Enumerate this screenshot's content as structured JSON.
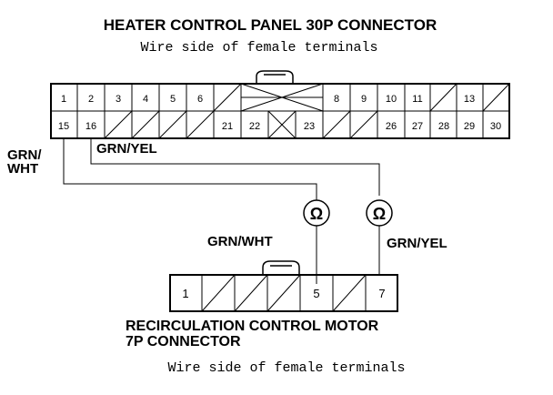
{
  "top_connector": {
    "title": "HEATER CONTROL PANEL 30P CONNECTOR",
    "subtitle": "Wire side of female terminals",
    "row1": [
      "1",
      "2",
      "3",
      "4",
      "5",
      "6",
      "",
      "",
      "",
      "8",
      "9",
      "10",
      "11",
      "",
      "13",
      ""
    ],
    "row2": [
      "15",
      "16",
      "",
      "",
      "",
      "",
      "21",
      "22",
      "",
      "23",
      "",
      "",
      "26",
      "27",
      "28",
      "29",
      "30"
    ]
  },
  "wires": {
    "grn_wht_top": "GRN/\nWHT",
    "grn_wht_top_line1": "GRN/",
    "grn_wht_top_line2": "WHT",
    "grn_yel_top": "GRN/YEL",
    "grn_wht_bottom": "GRN/WHT",
    "grn_yel_bottom": "GRN/YEL"
  },
  "symbols": {
    "left_ohm": "Ω",
    "right_ohm": "Ω"
  },
  "bottom_connector": {
    "title_line1": "RECIRCULATION CONTROL MOTOR",
    "title_line2": "7P CONNECTOR",
    "subtitle": "Wire side of female terminals",
    "pins": [
      "1",
      "",
      "",
      "",
      "5",
      "",
      "7"
    ]
  }
}
